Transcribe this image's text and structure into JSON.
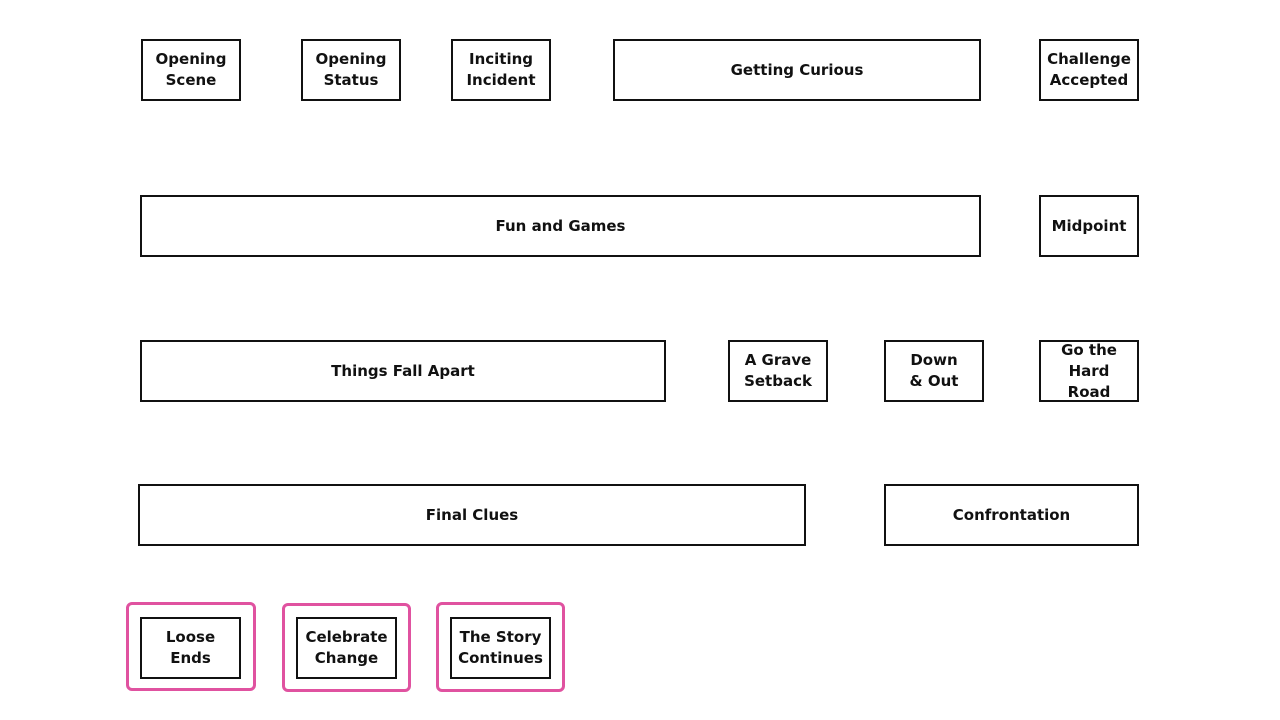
{
  "colors": {
    "box_border": "#111111",
    "highlight_border": "#e052a0",
    "background": "#ffffff"
  },
  "rows": [
    {
      "beats": [
        {
          "id": "opening-scene",
          "label": "Opening\nScene"
        },
        {
          "id": "opening-status",
          "label": "Opening\nStatus"
        },
        {
          "id": "inciting-incident",
          "label": "Inciting\nIncident"
        },
        {
          "id": "getting-curious",
          "label": "Getting Curious"
        },
        {
          "id": "challenge-accepted",
          "label": "Challenge\nAccepted"
        }
      ]
    },
    {
      "beats": [
        {
          "id": "fun-and-games",
          "label": "Fun and Games"
        },
        {
          "id": "midpoint",
          "label": "Midpoint"
        }
      ]
    },
    {
      "beats": [
        {
          "id": "things-fall-apart",
          "label": "Things Fall Apart"
        },
        {
          "id": "a-grave-setback",
          "label": "A Grave\nSetback"
        },
        {
          "id": "down-and-out",
          "label": "Down\n& Out"
        },
        {
          "id": "go-the-hard-road",
          "label": "Go the\nHard Road"
        }
      ]
    },
    {
      "beats": [
        {
          "id": "final-clues",
          "label": "Final Clues"
        },
        {
          "id": "confrontation",
          "label": "Confrontation"
        }
      ]
    },
    {
      "beats": [
        {
          "id": "loose-ends",
          "label": "Loose Ends",
          "highlighted": true
        },
        {
          "id": "celebrate-change",
          "label": "Celebrate\nChange",
          "highlighted": true
        },
        {
          "id": "the-story-continues",
          "label": "The Story\nContinues",
          "highlighted": true
        }
      ]
    }
  ]
}
